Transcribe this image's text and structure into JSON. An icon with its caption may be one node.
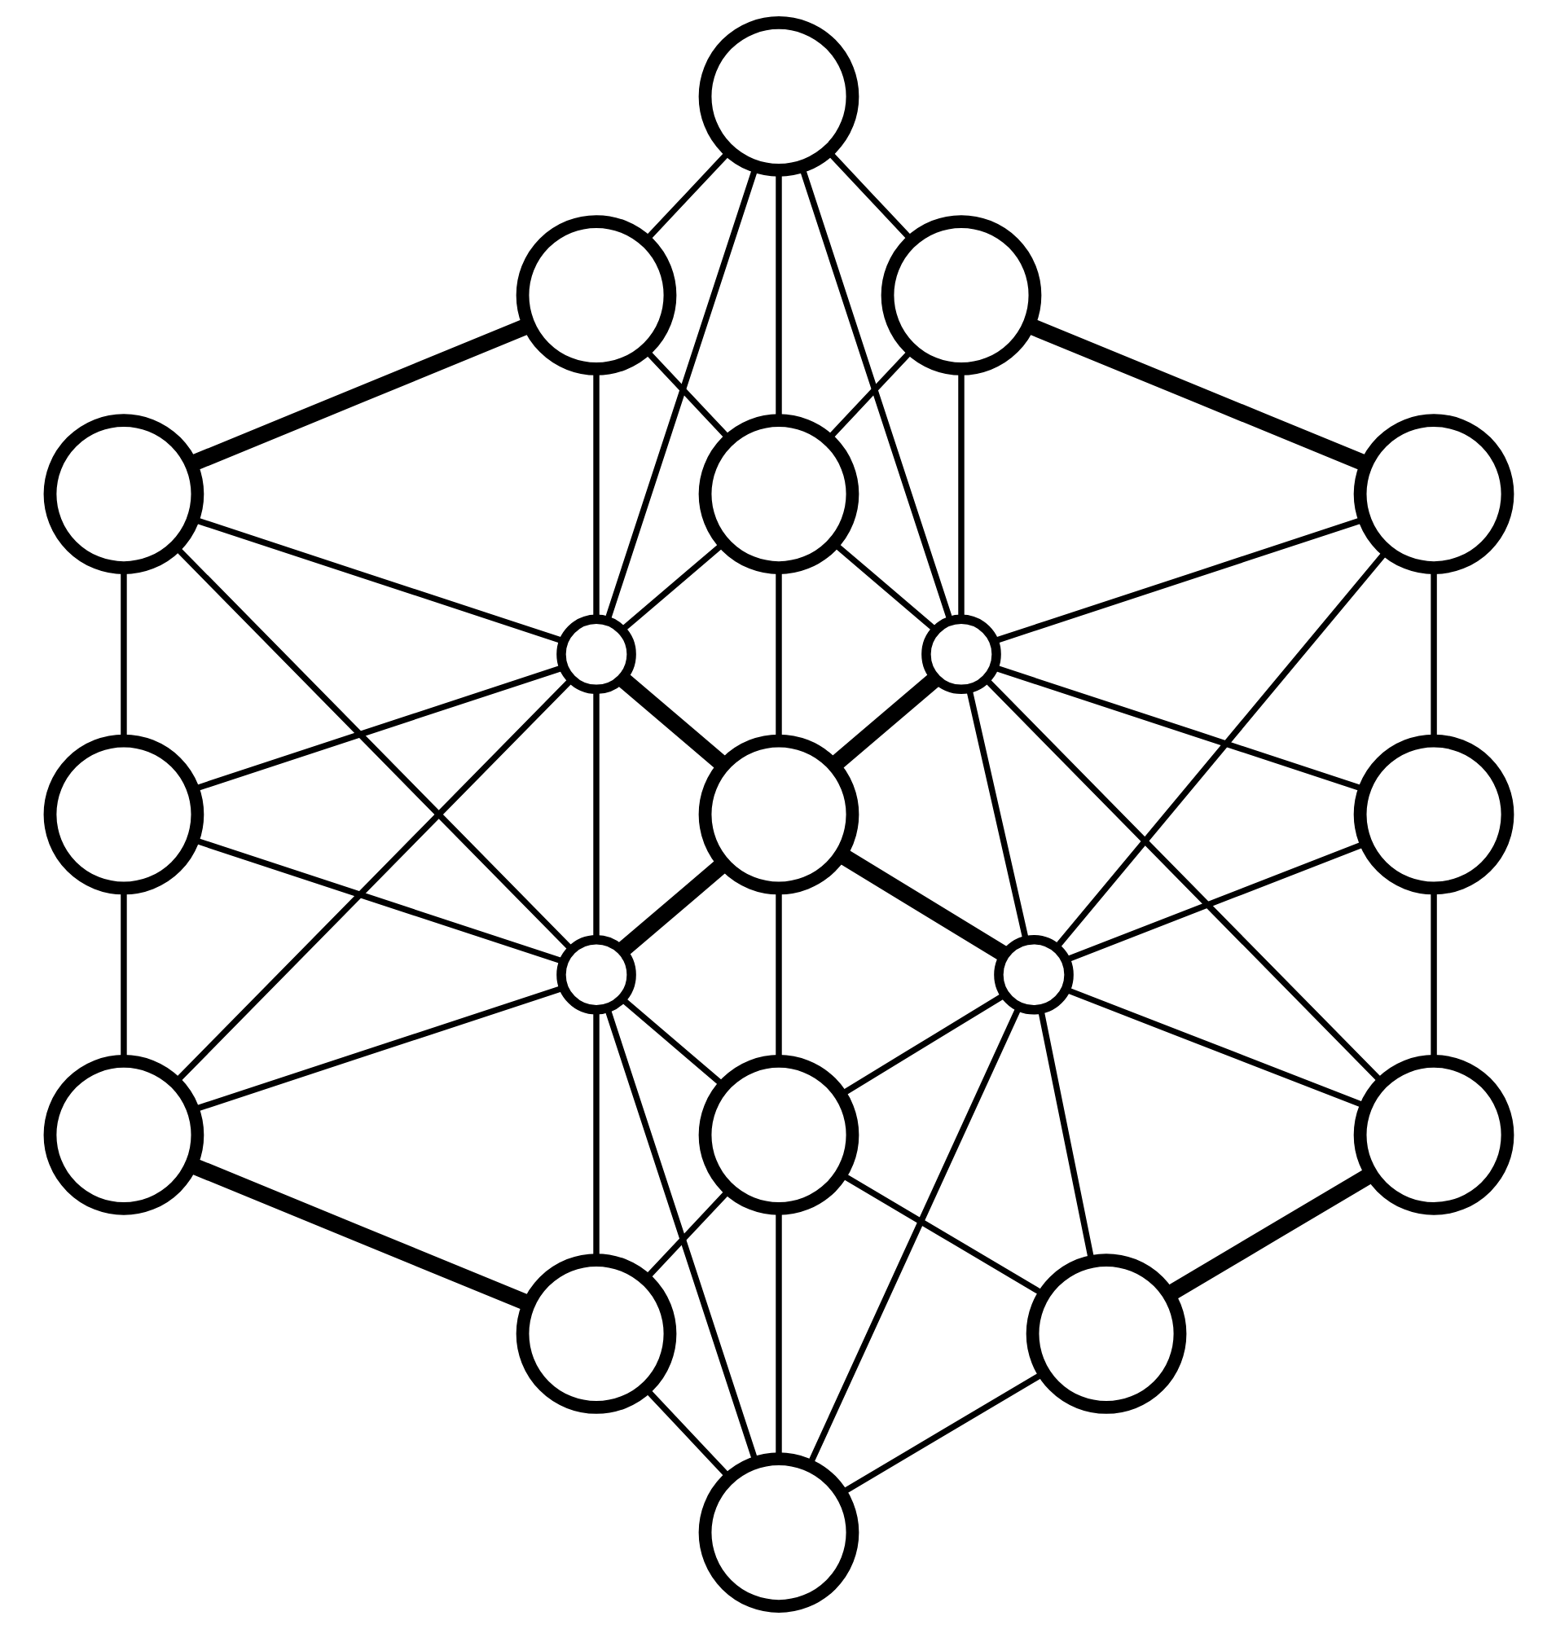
{
  "diagram": {
    "nodes": [
      {
        "text": [],
        "shape": "circle"
      },
      {
        "text": [],
        "shape": "circle"
      },
      {
        "text": [],
        "shape": "circle"
      },
      {
        "text": [],
        "shape": "circle"
      },
      {
        "text": [],
        "shape": "circle"
      },
      {
        "text": [],
        "shape": "circle"
      },
      {
        "text": [],
        "shape": "circle"
      },
      {
        "text": [],
        "shape": "circle"
      },
      {
        "text": [],
        "shape": "circle"
      },
      {
        "text": [],
        "shape": "circle"
      },
      {
        "text": [],
        "shape": "circle"
      },
      {
        "text": [],
        "shape": "circle"
      },
      {
        "text": [],
        "shape": "circle"
      },
      {
        "text": [],
        "shape": "circle"
      },
      {
        "text": [],
        "shape": "circle"
      },
      {
        "text": [],
        "shape": "circle"
      },
      {
        "text": [],
        "shape": "circle"
      },
      {
        "text": [],
        "shape": "circle"
      },
      {
        "text": [],
        "shape": "circle"
      }
    ],
    "edges": [
      {
        "from": 0,
        "to": 1,
        "arrow": "none"
      },
      {
        "from": 0,
        "to": 2,
        "arrow": "none"
      },
      {
        "from": 0,
        "to": 4,
        "arrow": "none"
      },
      {
        "from": 0,
        "to": 6,
        "arrow": "none"
      },
      {
        "from": 0,
        "to": 7,
        "arrow": "none"
      },
      {
        "from": 1,
        "to": 3,
        "arrow": "none",
        "style": "thick"
      },
      {
        "from": 1,
        "to": 4,
        "arrow": "none"
      },
      {
        "from": 1,
        "to": 6,
        "arrow": "none"
      },
      {
        "from": 2,
        "to": 4,
        "arrow": "none"
      },
      {
        "from": 2,
        "to": 5,
        "arrow": "none",
        "style": "thick"
      },
      {
        "from": 2,
        "to": 7,
        "arrow": "none"
      },
      {
        "from": 3,
        "to": 6,
        "arrow": "none"
      },
      {
        "from": 3,
        "to": 8,
        "arrow": "none"
      },
      {
        "from": 3,
        "to": 11,
        "arrow": "none"
      },
      {
        "from": 4,
        "to": 6,
        "arrow": "none"
      },
      {
        "from": 4,
        "to": 7,
        "arrow": "none"
      },
      {
        "from": 4,
        "to": 9,
        "arrow": "none"
      },
      {
        "from": 5,
        "to": 7,
        "arrow": "none"
      },
      {
        "from": 5,
        "to": 10,
        "arrow": "none"
      },
      {
        "from": 5,
        "to": 12,
        "arrow": "none"
      },
      {
        "from": 6,
        "to": 8,
        "arrow": "none"
      },
      {
        "from": 6,
        "to": 9,
        "arrow": "none",
        "style": "thick"
      },
      {
        "from": 6,
        "to": 11,
        "arrow": "none"
      },
      {
        "from": 6,
        "to": 13,
        "arrow": "none"
      },
      {
        "from": 7,
        "to": 9,
        "arrow": "none",
        "style": "thick"
      },
      {
        "from": 7,
        "to": 10,
        "arrow": "none"
      },
      {
        "from": 7,
        "to": 12,
        "arrow": "none"
      },
      {
        "from": 7,
        "to": 15,
        "arrow": "none"
      },
      {
        "from": 8,
        "to": 11,
        "arrow": "none"
      },
      {
        "from": 8,
        "to": 13,
        "arrow": "none"
      },
      {
        "from": 9,
        "to": 11,
        "arrow": "none",
        "style": "thick"
      },
      {
        "from": 9,
        "to": 12,
        "arrow": "none",
        "style": "thick"
      },
      {
        "from": 9,
        "to": 14,
        "arrow": "none"
      },
      {
        "from": 10,
        "to": 12,
        "arrow": "none"
      },
      {
        "from": 10,
        "to": 15,
        "arrow": "none"
      },
      {
        "from": 11,
        "to": 13,
        "arrow": "none"
      },
      {
        "from": 11,
        "to": 14,
        "arrow": "none"
      },
      {
        "from": 11,
        "to": 16,
        "arrow": "none"
      },
      {
        "from": 11,
        "to": 18,
        "arrow": "none"
      },
      {
        "from": 12,
        "to": 14,
        "arrow": "none"
      },
      {
        "from": 12,
        "to": 15,
        "arrow": "none"
      },
      {
        "from": 12,
        "to": 17,
        "arrow": "none"
      },
      {
        "from": 12,
        "to": 18,
        "arrow": "none"
      },
      {
        "from": 13,
        "to": 16,
        "arrow": "none",
        "style": "thick"
      },
      {
        "from": 14,
        "to": 16,
        "arrow": "none"
      },
      {
        "from": 14,
        "to": 17,
        "arrow": "none"
      },
      {
        "from": 14,
        "to": 18,
        "arrow": "none"
      },
      {
        "from": 15,
        "to": 17,
        "arrow": "none",
        "style": "thick"
      },
      {
        "from": 16,
        "to": 18,
        "arrow": "none"
      },
      {
        "from": 17,
        "to": 18,
        "arrow": "none"
      }
    ]
  }
}
